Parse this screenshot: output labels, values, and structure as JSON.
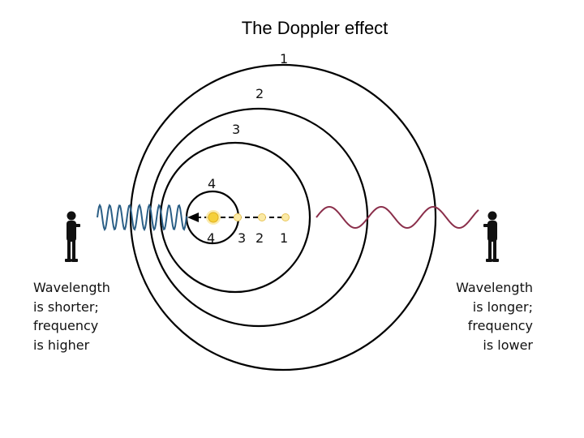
{
  "title": "The Doppler effect",
  "wavefront_labels": [
    "1",
    "2",
    "3",
    "4"
  ],
  "source_position_labels": [
    "4",
    "3",
    "2",
    "1"
  ],
  "left_observer": {
    "caption_lines": [
      "Wavelength",
      "is shorter;",
      "frequency",
      "is higher"
    ]
  },
  "right_observer": {
    "caption_lines": [
      "Wavelength",
      "is longer;",
      "frequency",
      "is lower"
    ]
  },
  "colors": {
    "wavefronts": "#000000",
    "short_wave": "#2b5f86",
    "long_wave": "#8a2e4a",
    "source": "#f5d03a",
    "source_glow": "#fbeaa6"
  }
}
